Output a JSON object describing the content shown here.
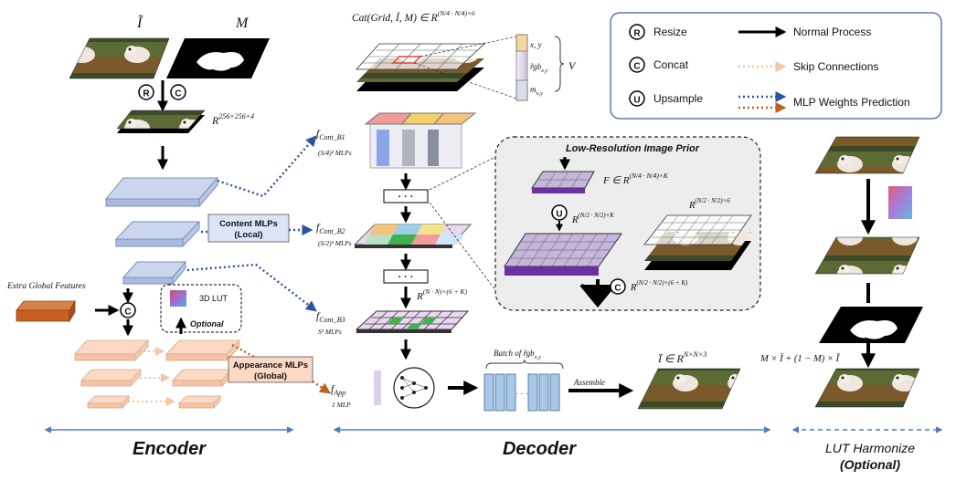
{
  "labels": {
    "i_tilde": "Ĩ",
    "m": "M",
    "r_256": "R",
    "r_256_exp": "256×256×4",
    "cat_grid_main": "Cat(Grid, Ĩ, M) ∈ R",
    "cat_grid_exp": "(N/4 · N/4)×6",
    "xy": "x, y",
    "rgb_xy": "r̃gb",
    "rgb_xy_sub": "x,y",
    "m_xy": "m",
    "m_xy_sub": "x,y",
    "v": "V",
    "f_cont_b1": "f",
    "f_cont_b1_sub": "Cont_B1",
    "f_cont_b1_mlps": "(S/4)² MLPs",
    "f_cont_b2": "f",
    "f_cont_b2_sub": "Cont_B2",
    "f_cont_b2_mlps": "(S/2)² MLPs",
    "f_cont_b3": "f",
    "f_cont_b3_sub": "Cont_B3",
    "f_cont_b3_mlps": "S² MLPs",
    "f_app": "f",
    "f_app_sub": "App",
    "f_app_mlps": "1 MLP",
    "dots": "· · ·",
    "r_nn": "R",
    "r_nn_exp": "(N · N)×(6 + K)",
    "content_mlps": "Content MLPs",
    "content_mlps_sub": "(Local)",
    "appearance_mlps": "Appearance MLPs",
    "appearance_mlps_sub": "(Global)",
    "extra_global": "Extra Global Features",
    "lut3d": "3D LUT",
    "optional": "Optional",
    "low_res_title": "Low-Resolution Image Prior",
    "f_in_r": "F ∈ R",
    "f_in_r_exp": "(N/4 · N/4)×K",
    "r_half_k": "R",
    "r_half_k_exp": "(N/2 · N/2)×K",
    "r_half_6": "R",
    "r_half_6_exp": "(N/2 · N/2)×6",
    "r_half_6k": "R",
    "r_half_6k_exp": "(N/2 · N/2)×(6 + K)",
    "batch_of": "Batch of r̃gb",
    "batch_of_sub": "x,y",
    "assemble": "Assemble",
    "ibar": "Ī ∈ R",
    "ibar_exp": "N×N×3",
    "blend_formula": "M × Ī + (1 − M) × Ĩ",
    "encoder": "Encoder",
    "decoder": "Decoder",
    "lut_harmonize": "LUT Harmonize",
    "lut_harmonize_opt": "(Optional)"
  },
  "legend": {
    "resize_symbol": "R",
    "resize": "Resize",
    "concat_symbol": "C",
    "concat": "Concat",
    "upsample_symbol": "U",
    "upsample": "Upsample",
    "normal": "Normal Process",
    "skip": "Skip Connections",
    "mlp_pred": "MLP Weights Prediction"
  },
  "colors": {
    "blue_dot": "#2f52a0",
    "orange_dot": "#c0611a",
    "skip": "#f3c4a6",
    "encoder_blue": "#c9d6ee",
    "encoder_peach": "#fbd9c4",
    "extra_feat": "#c65f22",
    "low_res_purple": "#6a2fa0",
    "section_line": "#4d7cc4"
  }
}
